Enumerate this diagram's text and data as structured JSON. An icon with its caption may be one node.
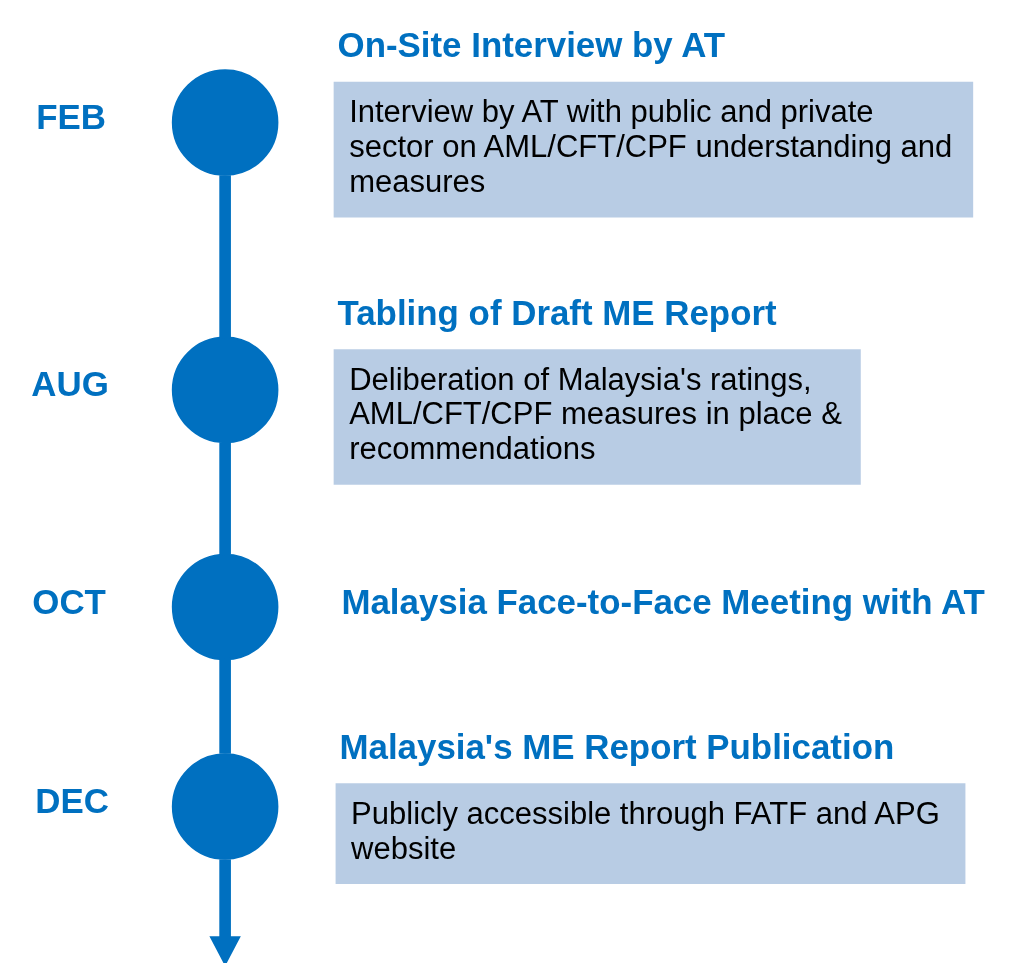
{
  "diagram": {
    "nodes": [
      {
        "text": [],
        "shape": "circle",
        "beside": [
          "FEB"
        ]
      },
      {
        "text": [
          "On-Site Interview by AT",
          "Interview by AT with public and private sector on AML/CFT/CPF understanding and measures"
        ]
      },
      {
        "text": [],
        "shape": "circle",
        "beside": [
          "AUG"
        ]
      },
      {
        "text": [
          "Tabling of Draft ME Report",
          "Deliberation of Malaysia's ratings, AML/CFT/CPF measures in place & recommendations"
        ]
      },
      {
        "text": [],
        "shape": "circle",
        "beside": [
          "OCT",
          "Malaysia Face-to-Face Meeting with AT"
        ]
      },
      {
        "text": [],
        "shape": "circle",
        "beside": [
          "DEC"
        ]
      },
      {
        "text": [
          "Malaysia's ME Report Publication",
          "Publicly accessible through FATF and APG website"
        ]
      }
    ],
    "edges": [
      {
        "from": 0,
        "to": 2,
        "arrow": "none"
      },
      {
        "from": 2,
        "to": 4,
        "arrow": "none"
      },
      {
        "from": 4,
        "to": 5,
        "arrow": "none"
      },
      {
        "from": 5,
        "to": null,
        "arrow": "to"
      }
    ]
  }
}
